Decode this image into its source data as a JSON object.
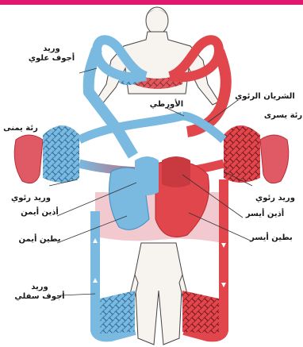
{
  "colors": {
    "frame": "#e0196e",
    "venous": "#7ab9e0",
    "venous_dark": "#3f8fc4",
    "arterial": "#e0464b",
    "arterial_dark": "#b82b33",
    "heart_bg": "#f2c9cf",
    "lung": "#e05a66",
    "skin": "#f7f3ef",
    "outline": "#444444"
  },
  "labels": {
    "svc_line1": "وريد",
    "svc_line2": "أجوف علوي",
    "aorta": "الأورطي",
    "pulmonary_artery": "الشريان الرئوي",
    "right_lung": "رئة يمنى",
    "left_lung": "رئة يسرى",
    "pulmonary_vein_right": "وريد رئوي",
    "pulmonary_vein_left": "وريد رئوي",
    "right_atrium": "أذين أيمن",
    "left_atrium": "أذين أيسر",
    "right_ventricle": "بطين أيمن",
    "left_ventricle": "بطين أيسر",
    "ivc_line1": "وريد",
    "ivc_line2": "أجوف سفلي"
  }
}
